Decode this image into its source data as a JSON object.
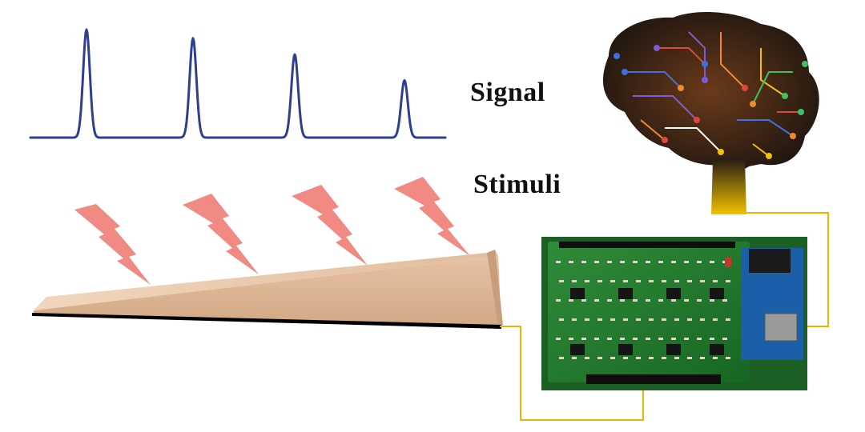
{
  "labels": {
    "signal": "Signal",
    "stimuli": "Stimuli"
  },
  "signal_waveform": {
    "peak_heights_relative": [
      1.0,
      0.92,
      0.77,
      0.53
    ]
  },
  "colors": {
    "signal_line": "#2e3f8f",
    "lightning": "#f08a83",
    "wedge_top": "#e4c3a6",
    "wedge_side": "#d9b394",
    "wedge_base": "#000000",
    "wire": "#f0b400",
    "pcb": "#1f7a2c"
  },
  "icons": {
    "stimulus_bolts": [
      "lightning-bolt-icon",
      "lightning-bolt-icon",
      "lightning-bolt-icon",
      "lightning-bolt-icon"
    ],
    "processor": "circuit-brain-icon",
    "board": "circuit-board-icon",
    "sensor": "wedge-sensor-icon"
  }
}
